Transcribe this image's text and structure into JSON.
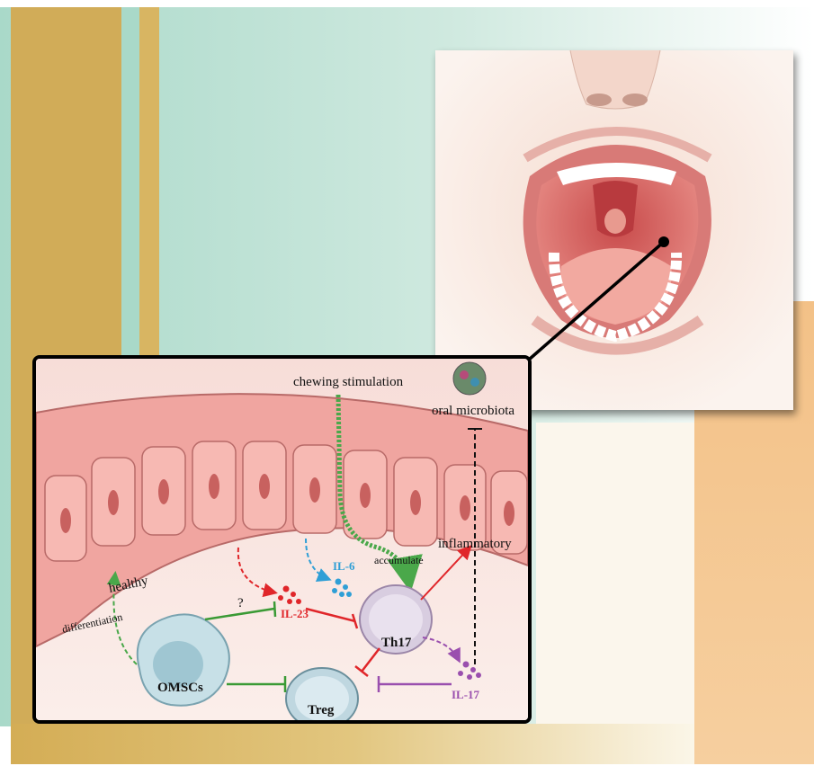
{
  "diagram": {
    "labels": {
      "chewing": "chewing stimulation",
      "microbiota": "oral microbiota",
      "inflammatory": "inflammatory",
      "accumulate": "accumulate",
      "il6": "IL-6",
      "healthy": "healthy",
      "question": "?",
      "il23": "IL-23",
      "th17": "Th17",
      "differentiation": "differentiation",
      "omscs": "OMSCs",
      "treg": "Treg",
      "il17": "IL-17"
    },
    "colors": {
      "il6": "#2f9fd6",
      "il23": "#e0262a",
      "il17": "#9a4fae",
      "inhibit_green": "#3a9a35",
      "dashed_green": "#4aa84a",
      "red_arrow": "#e0262a",
      "black_dash": "#111111"
    }
  }
}
